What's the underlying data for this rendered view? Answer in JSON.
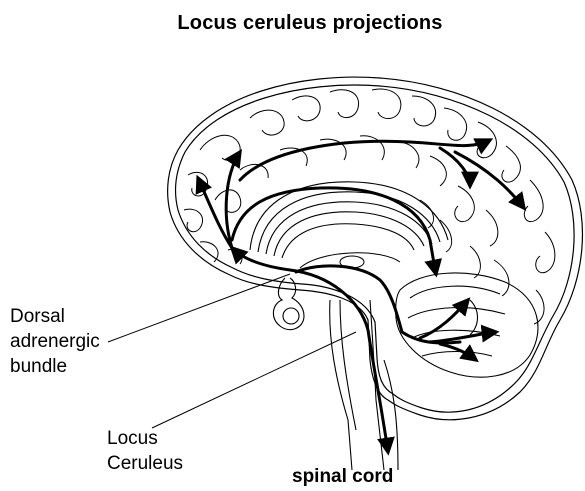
{
  "title": "Locus ceruleus projections",
  "labels": {
    "dorsal_bundle": [
      "Dorsal",
      "adrenergic",
      "bundle"
    ],
    "locus_ceruleus": [
      "Locus",
      "Ceruleus"
    ],
    "spinal_cord": "spinal cord"
  },
  "colors": {
    "outline": "#000000",
    "background": "#ffffff"
  }
}
